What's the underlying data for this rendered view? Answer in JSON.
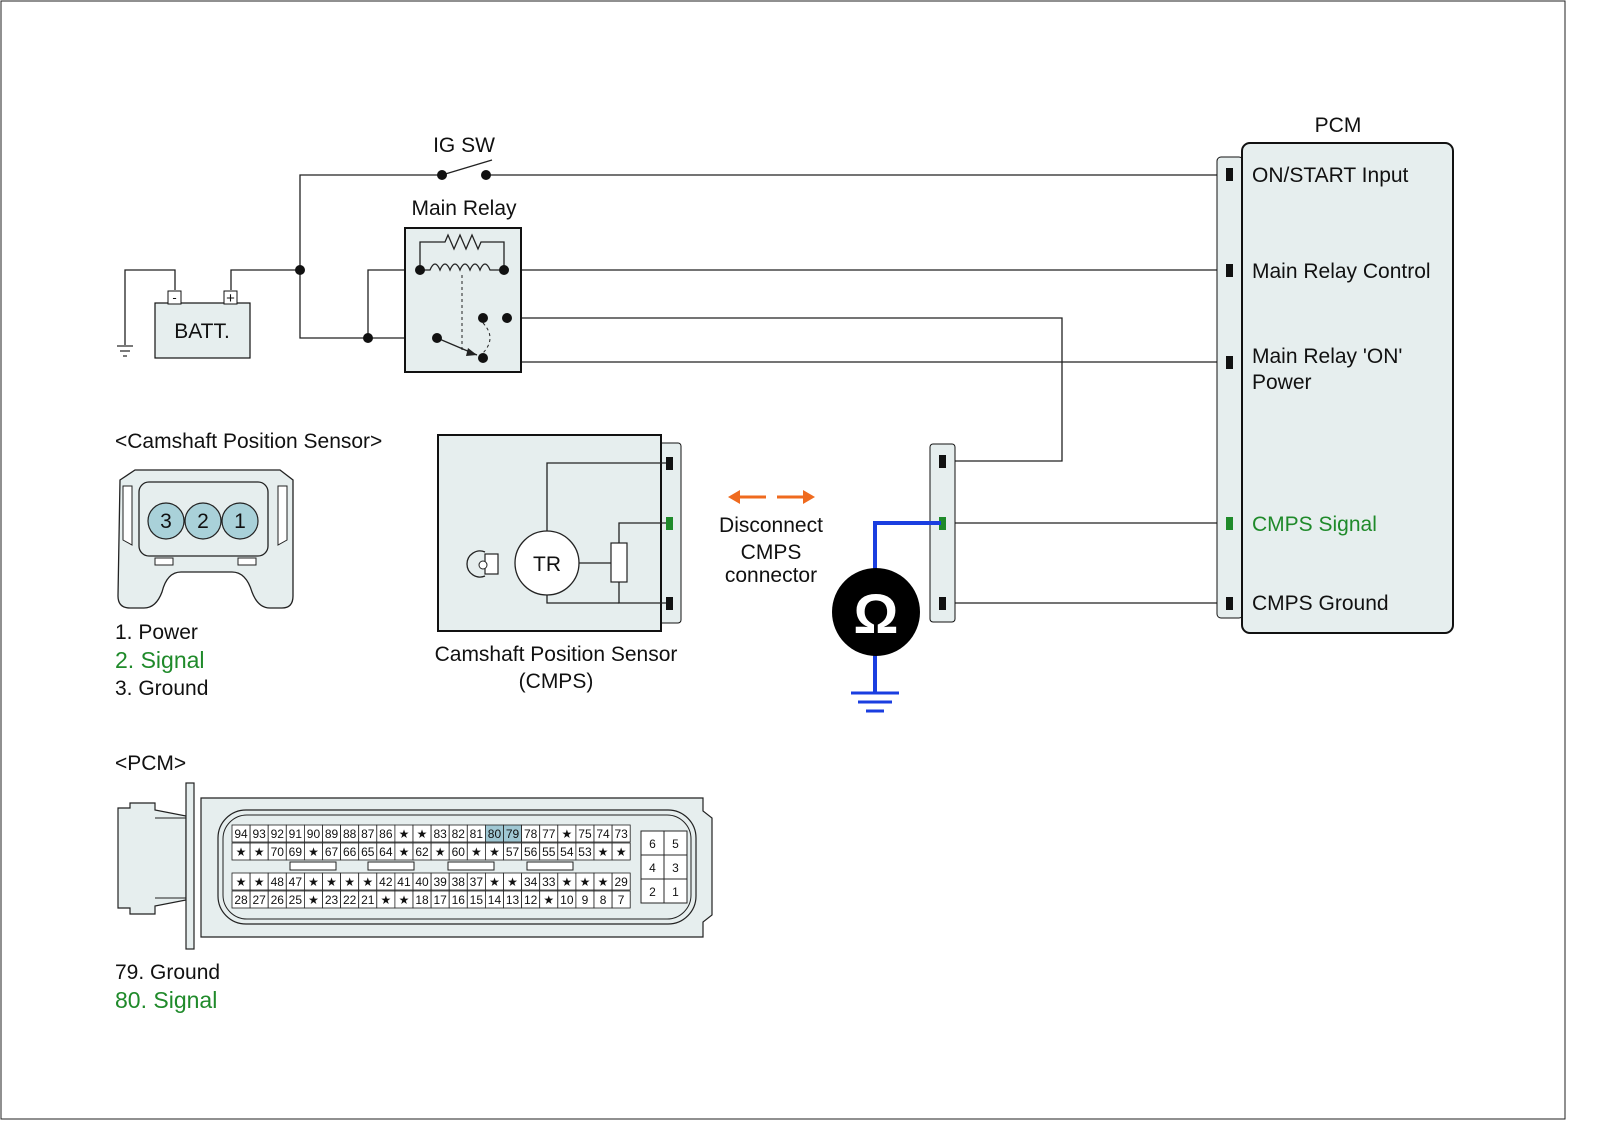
{
  "colors": {
    "signal_green": "#1f8a2a",
    "meter_wire_blue": "#1a3ee0",
    "arrow_orange": "#ef6a1e",
    "panel_fill": "#e6eeee",
    "pin_highlight": "#9fc7d3"
  },
  "icons": {
    "ohmmeter": "omega-symbol",
    "ground": "ground-symbol",
    "switch": "switch-symbol"
  },
  "labels": {
    "ig_sw": "IG SW",
    "main_relay": "Main Relay",
    "batt": "BATT.",
    "batt_minus": "-",
    "batt_plus": "+",
    "pcm_title": "PCM",
    "pcm_on_start": "ON/START Input",
    "pcm_main_relay_control": "Main Relay Control",
    "pcm_main_relay_on_1": "Main Relay 'ON'",
    "pcm_main_relay_on_2": "Power",
    "pcm_cmps_signal": "CMPS Signal",
    "pcm_cmps_ground": "CMPS Ground",
    "sensor_heading": "<Camshaft Position Sensor>",
    "sensor_pins": [
      "3",
      "2",
      "1"
    ],
    "sensor_pin_desc_1": "1. Power",
    "sensor_pin_desc_2": "2. Signal",
    "sensor_pin_desc_3": "3. Ground",
    "tr": "TR",
    "cmps_name_1": "Camshaft Position Sensor",
    "cmps_name_2": "(CMPS)",
    "disconnect_1": "Disconnect",
    "disconnect_2": "CMPS",
    "disconnect_3": "connector",
    "ohm": "Ω",
    "pcm_heading": "<PCM>",
    "pcm_pin_desc_79": "79. Ground",
    "pcm_pin_desc_80": "80. Signal"
  },
  "pcm_connector": {
    "row1": [
      "94",
      "93",
      "92",
      "91",
      "90",
      "89",
      "88",
      "87",
      "86",
      "★",
      "★",
      "83",
      "82",
      "81",
      "80",
      "79",
      "78",
      "77",
      "★",
      "75",
      "74",
      "73"
    ],
    "row2": [
      "★",
      "★",
      "70",
      "69",
      "★",
      "67",
      "66",
      "65",
      "64",
      "★",
      "62",
      "★",
      "60",
      "★",
      "★",
      "57",
      "56",
      "55",
      "54",
      "53",
      "★",
      "★"
    ],
    "row3": [
      "★",
      "★",
      "48",
      "47",
      "★",
      "★",
      "★",
      "★",
      "42",
      "41",
      "40",
      "39",
      "38",
      "37",
      "★",
      "★",
      "34",
      "33",
      "★",
      "★",
      "★",
      "29"
    ],
    "row4": [
      "28",
      "27",
      "26",
      "25",
      "★",
      "23",
      "22",
      "21",
      "★",
      "★",
      "18",
      "17",
      "16",
      "15",
      "14",
      "13",
      "12",
      "★",
      "10",
      "9",
      "8",
      "7"
    ],
    "small": [
      "6",
      "5",
      "4",
      "3",
      "2",
      "1"
    ],
    "highlighted": [
      "80",
      "79"
    ]
  }
}
